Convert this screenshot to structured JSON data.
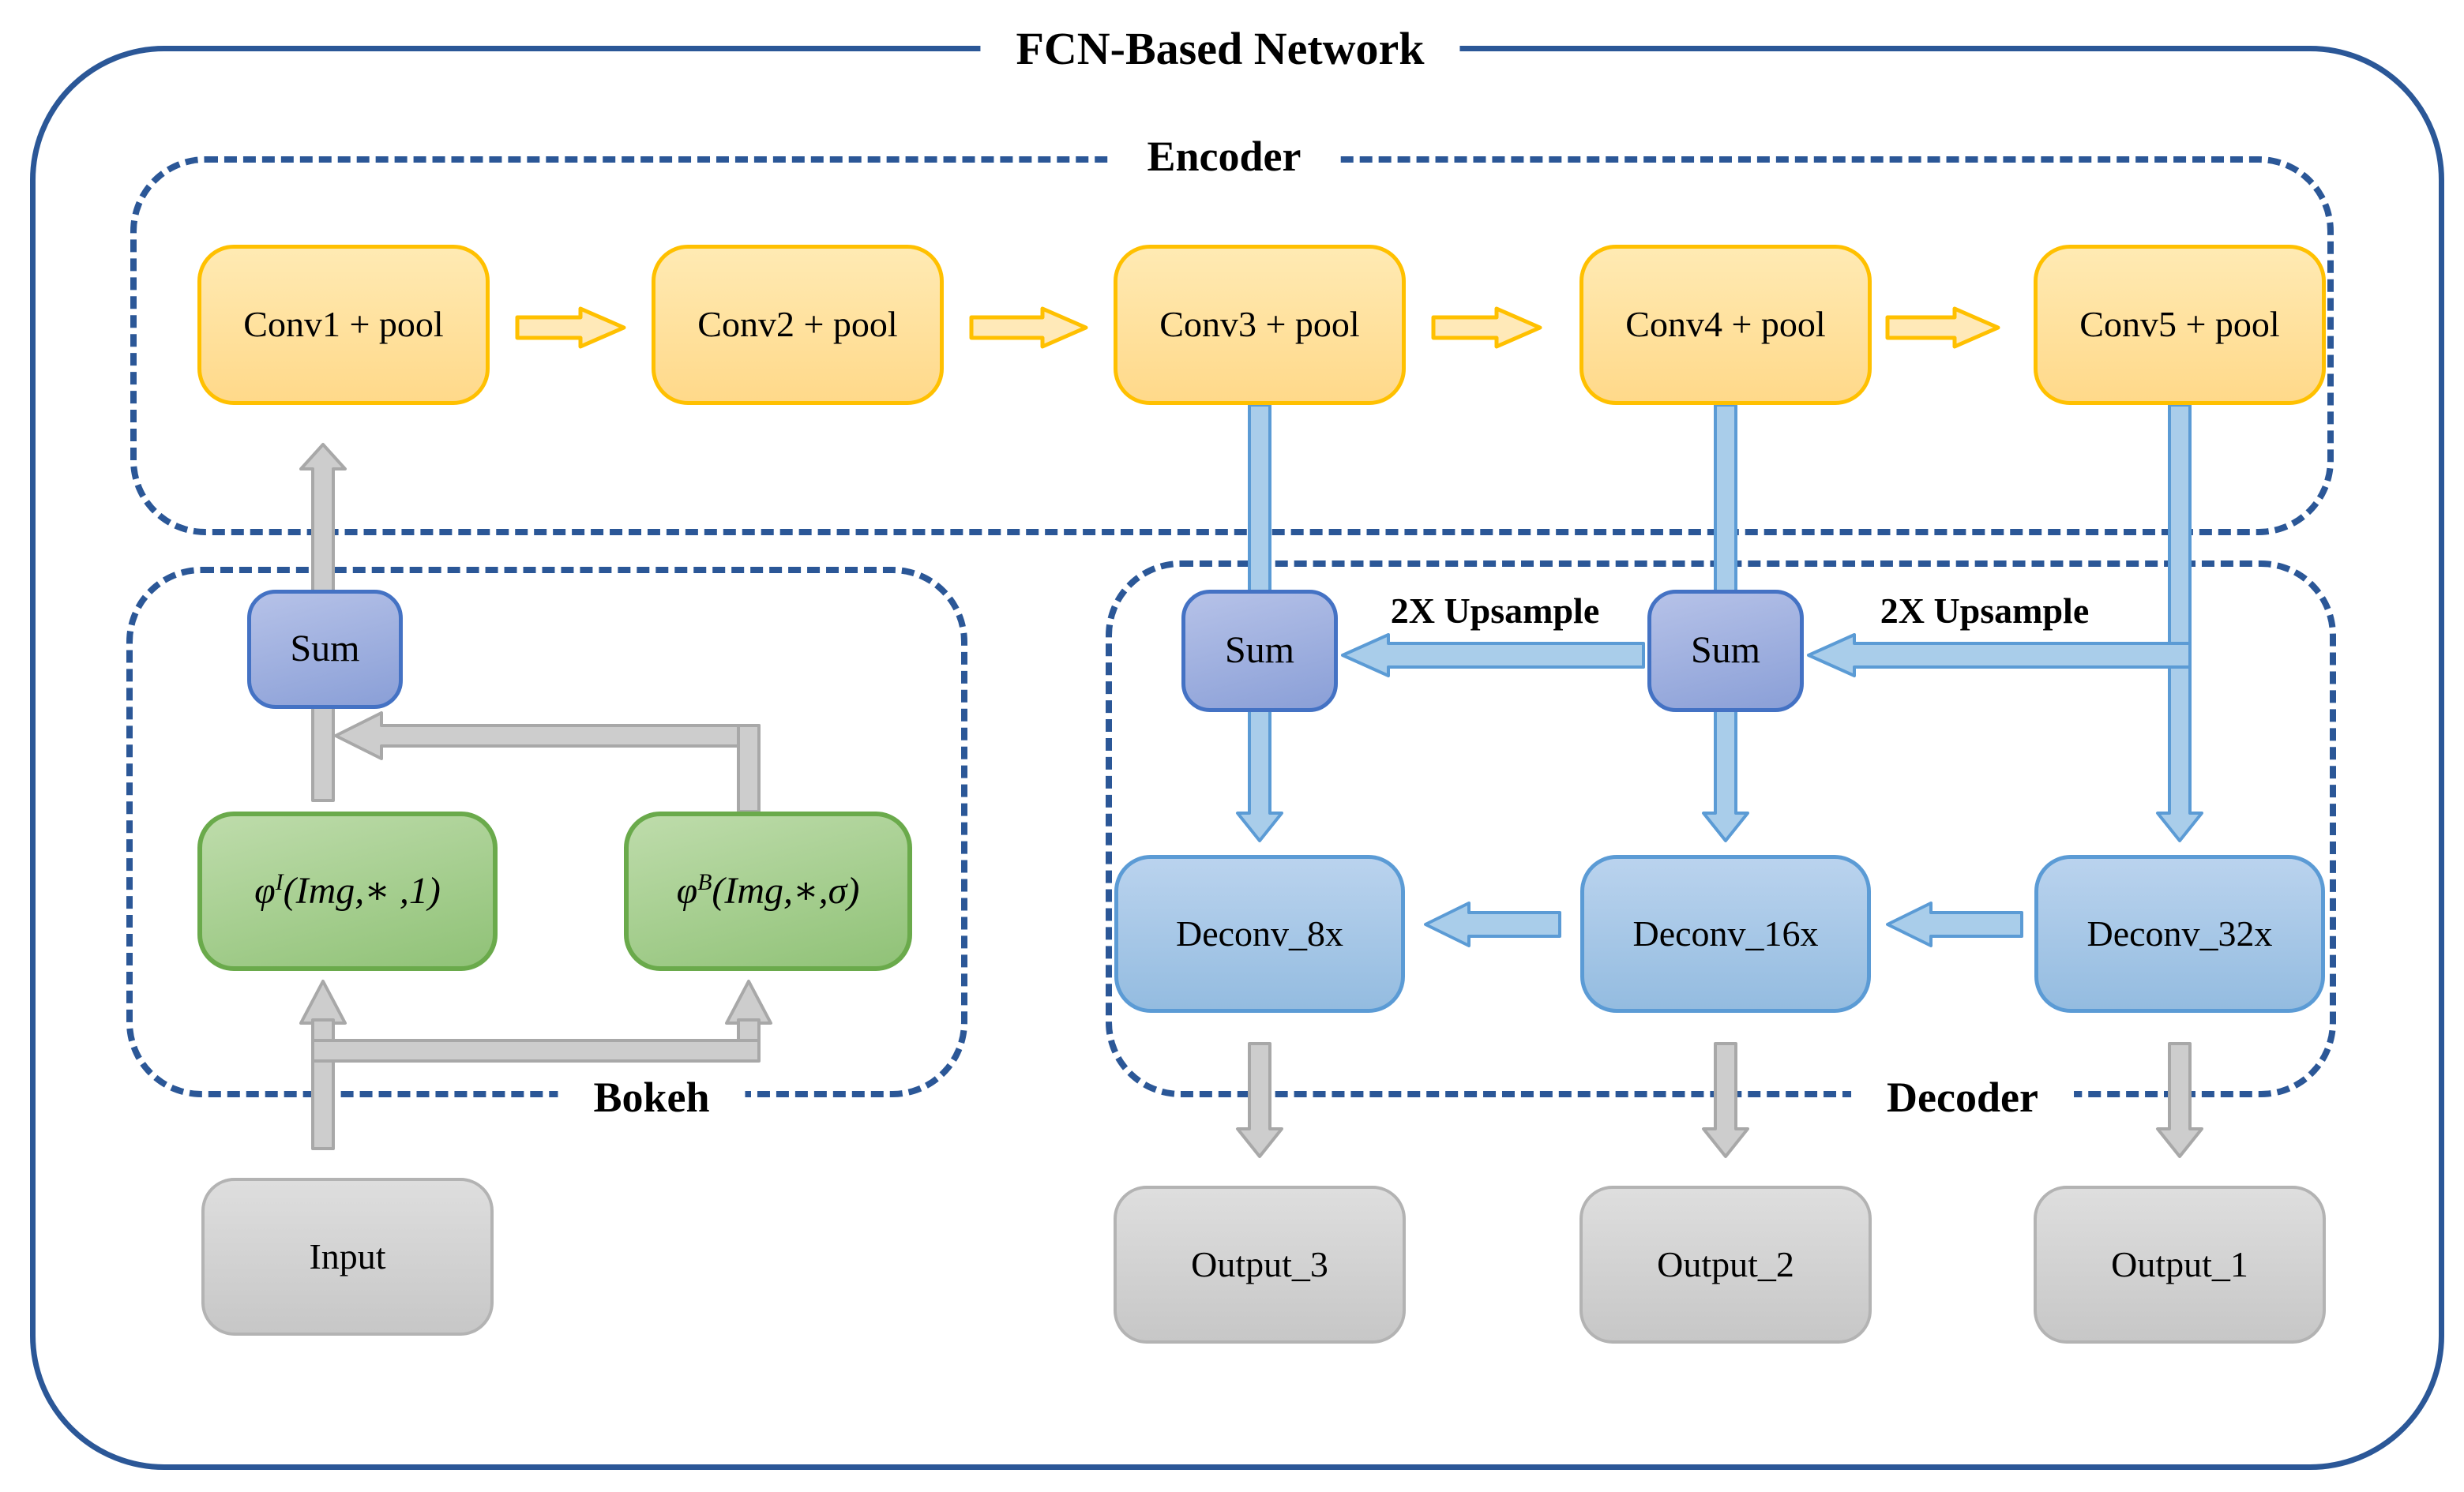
{
  "title": "FCN-Based Network",
  "encoder": {
    "label": "Encoder",
    "boxes": [
      "Conv1 + pool",
      "Conv2 + pool",
      "Conv3 + pool",
      "Conv4 + pool",
      "Conv5 + pool"
    ]
  },
  "bokeh": {
    "label": "Bokeh",
    "sum": "Sum",
    "phi_identity": {
      "symbol": "φ",
      "sup": "I",
      "args": "(Img,∗ ,1)"
    },
    "phi_blur": {
      "symbol": "φ",
      "sup": "B",
      "args": "(Img,∗,σ)"
    },
    "input": "Input"
  },
  "decoder": {
    "label": "Decoder",
    "sum_left": "Sum",
    "sum_mid": "Sum",
    "upsample_left": "2X Upsample",
    "upsample_right": "2X Upsample",
    "deconv": [
      "Deconv_8x",
      "Deconv_16x",
      "Deconv_32x"
    ],
    "outputs": [
      "Output_3",
      "Output_2",
      "Output_1"
    ]
  },
  "colors": {
    "frame": "#2b5797",
    "text": "#000000",
    "gold": "#ffc000",
    "yellow_fill_top": "#ffeab3",
    "yellow_fill_bottom": "#ffd98a",
    "yellow_arrow_fill": "#ffe9b8",
    "green": "#6aaa4b",
    "green_fill_top": "#bedcab",
    "green_fill_bottom": "#90c277",
    "blue_strong": "#4472c4",
    "sum_fill_top": "#b6c2e8",
    "sum_fill_bottom": "#8a9fd7",
    "blue_mid": "#5b9bd5",
    "blue_box_top": "#bad3ee",
    "blue_box_bottom": "#94bce0",
    "blue_arrow_fill": "#a9cdea",
    "gray_fill_top": "#dedede",
    "gray_fill_bottom": "#c7c7c7",
    "gray_border": "#b3b3b3",
    "gray_arrow_fill": "#cdcdcd",
    "gray_arrow_border": "#a8a8a8"
  }
}
